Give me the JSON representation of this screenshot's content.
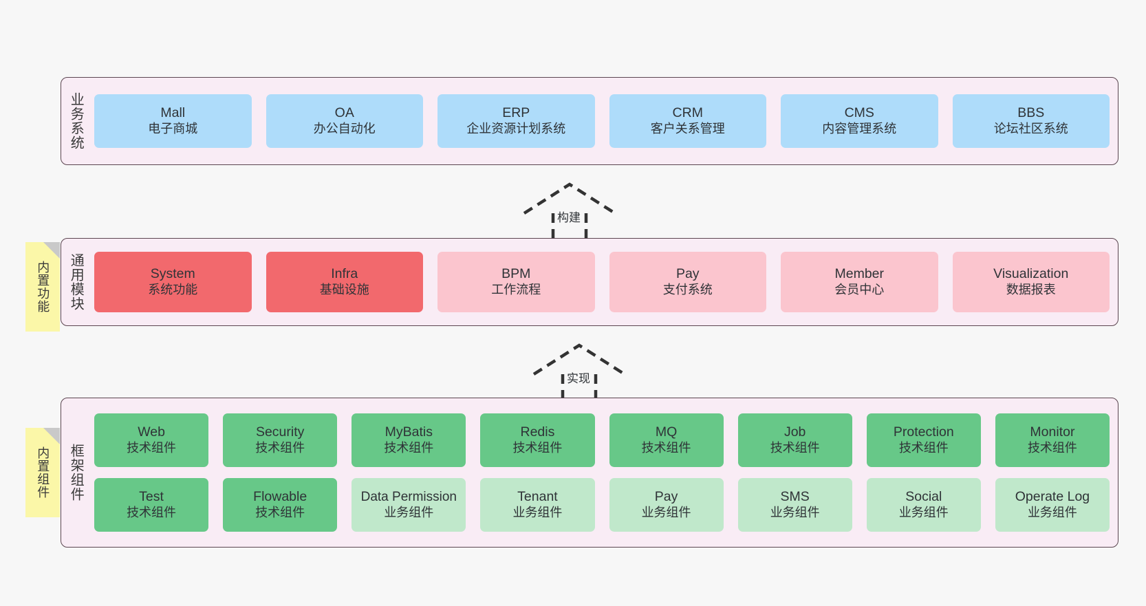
{
  "diagram": {
    "background_color": "#f7f7f7",
    "layers": [
      {
        "id": "business-systems",
        "title": "业务系统",
        "fill": "#f9ecf5",
        "items": [
          {
            "en": "Mall",
            "cn": "电子商城",
            "style": "blue"
          },
          {
            "en": "OA",
            "cn": "办公自动化",
            "style": "blue"
          },
          {
            "en": "ERP",
            "cn": "企业资源计划系统",
            "style": "blue"
          },
          {
            "en": "CRM",
            "cn": "客户关系管理",
            "style": "blue"
          },
          {
            "en": "CMS",
            "cn": "内容管理系统",
            "style": "blue"
          },
          {
            "en": "BBS",
            "cn": "论坛社区系统",
            "style": "blue"
          }
        ]
      },
      {
        "id": "common-modules",
        "title": "通用模块",
        "fill": "#f9ecf5",
        "note": "内置功能",
        "items": [
          {
            "en": "System",
            "cn": "系统功能",
            "style": "red"
          },
          {
            "en": "Infra",
            "cn": "基础设施",
            "style": "red"
          },
          {
            "en": "BPM",
            "cn": "工作流程",
            "style": "pink"
          },
          {
            "en": "Pay",
            "cn": "支付系统",
            "style": "pink"
          },
          {
            "en": "Member",
            "cn": "会员中心",
            "style": "pink"
          },
          {
            "en": "Visualization",
            "cn": "数据报表",
            "style": "pink"
          }
        ]
      },
      {
        "id": "framework-components",
        "title": "框架组件",
        "fill": "#f9ecf5",
        "note": "内置组件",
        "rows": [
          [
            {
              "en": "Web",
              "cn": "技术组件",
              "style": "green"
            },
            {
              "en": "Security",
              "cn": "技术组件",
              "style": "green"
            },
            {
              "en": "MyBatis",
              "cn": "技术组件",
              "style": "green"
            },
            {
              "en": "Redis",
              "cn": "技术组件",
              "style": "green"
            },
            {
              "en": "MQ",
              "cn": "技术组件",
              "style": "green"
            },
            {
              "en": "Job",
              "cn": "技术组件",
              "style": "green"
            },
            {
              "en": "Protection",
              "cn": "技术组件",
              "style": "green"
            },
            {
              "en": "Monitor",
              "cn": "技术组件",
              "style": "green"
            }
          ],
          [
            {
              "en": "Test",
              "cn": "技术组件",
              "style": "green"
            },
            {
              "en": "Flowable",
              "cn": "技术组件",
              "style": "green"
            },
            {
              "en": "Data Permission",
              "cn": "业务组件",
              "style": "lgreen"
            },
            {
              "en": "Tenant",
              "cn": "业务组件",
              "style": "lgreen"
            },
            {
              "en": "Pay",
              "cn": "业务组件",
              "style": "lgreen"
            },
            {
              "en": "SMS",
              "cn": "业务组件",
              "style": "lgreen"
            },
            {
              "en": "Social",
              "cn": "业务组件",
              "style": "lgreen"
            },
            {
              "en": "Operate Log",
              "cn": "业务组件",
              "style": "lgreen"
            }
          ]
        ]
      }
    ],
    "connectors": [
      {
        "id": "build",
        "label": "构建",
        "from": "common-modules",
        "to": "business-systems"
      },
      {
        "id": "implement",
        "label": "实现",
        "from": "framework-components",
        "to": "common-modules"
      }
    ],
    "colors": {
      "blue": "#aedcfa",
      "red": "#f2696d",
      "pink": "#fbc5ce",
      "green": "#67c888",
      "light_green": "#c0e8cb",
      "layer_fill": "#f9ecf5",
      "layer_border": "#5b4550",
      "note_fill": "#fbf7a8",
      "note_fold": "#c9c9c9"
    }
  }
}
